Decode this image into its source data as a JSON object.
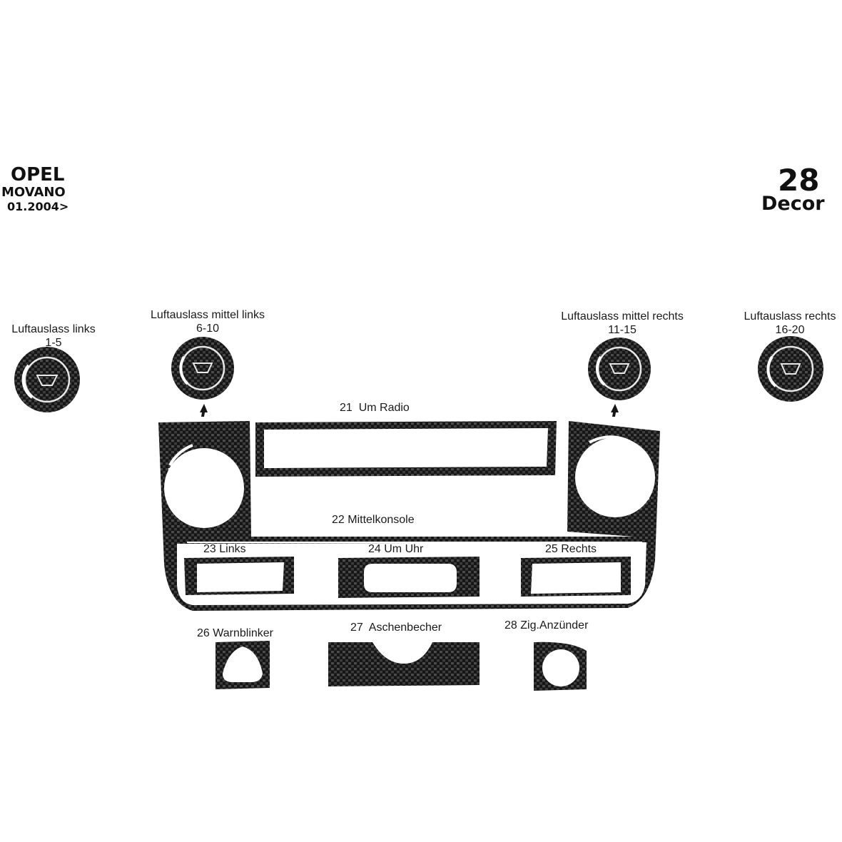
{
  "header": {
    "make": "OPEL",
    "model": "MOVANO",
    "date": "01.2004>",
    "piece_count": "28",
    "product": "Decor"
  },
  "parts": {
    "vent_left": {
      "name": "Luftauslass links",
      "range": "1-5"
    },
    "vent_center_left": {
      "name": "Luftauslass mittel links",
      "range": "6-10"
    },
    "vent_center_right": {
      "name": "Luftauslass mittel rechts",
      "range": "11-15"
    },
    "vent_right": {
      "name": "Luftauslass rechts",
      "range": "16-20"
    },
    "p21": "21  Um Radio",
    "p22": "22 Mittelkonsole",
    "p23": "23 Links",
    "p24": "24 Um Uhr",
    "p25": "25 Rechts",
    "p26": "26 Warnblinker",
    "p27": "27  Aschenbecher",
    "p28": "28 Zig.Anzünder"
  },
  "colors": {
    "carbon_dark": "#161616",
    "carbon_light": "#4a4a4a",
    "highlight": "#e8e8e8"
  }
}
